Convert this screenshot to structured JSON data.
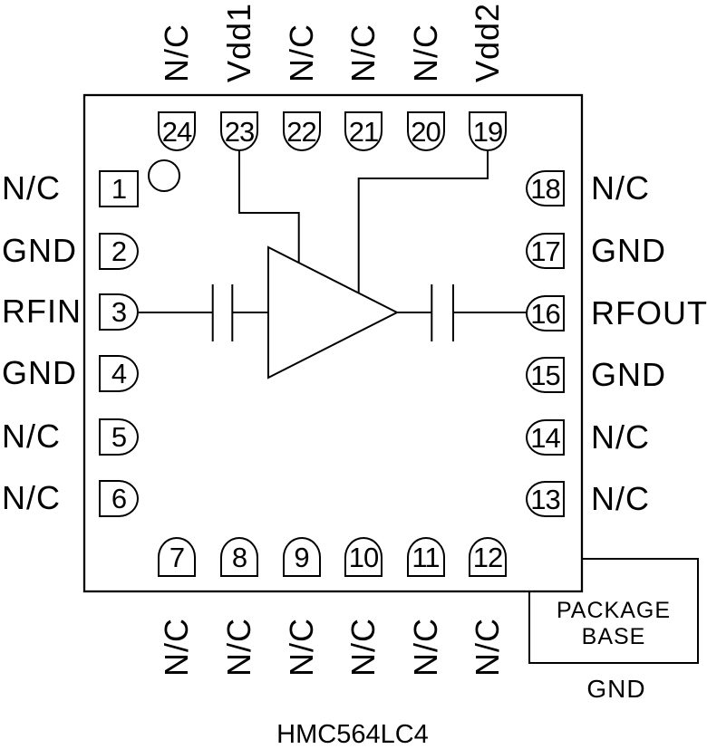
{
  "device": {
    "title": "HMC564LC4"
  },
  "package_base": {
    "line1": "PACKAGE",
    "line2": "BASE",
    "ground_label": "GND"
  },
  "pins": {
    "left": [
      {
        "number": "1",
        "label": "N/C"
      },
      {
        "number": "2",
        "label": "GND"
      },
      {
        "number": "3",
        "label": "RFIN"
      },
      {
        "number": "4",
        "label": "GND"
      },
      {
        "number": "5",
        "label": "N/C"
      },
      {
        "number": "6",
        "label": "N/C"
      }
    ],
    "right": [
      {
        "number": "18",
        "label": "N/C"
      },
      {
        "number": "17",
        "label": "GND"
      },
      {
        "number": "16",
        "label": "RFOUT"
      },
      {
        "number": "15",
        "label": "GND"
      },
      {
        "number": "14",
        "label": "N/C"
      },
      {
        "number": "13",
        "label": "N/C"
      }
    ],
    "top": [
      {
        "number": "24",
        "label": "N/C"
      },
      {
        "number": "23",
        "label": "Vdd1"
      },
      {
        "number": "22",
        "label": "N/C"
      },
      {
        "number": "21",
        "label": "N/C"
      },
      {
        "number": "20",
        "label": "N/C"
      },
      {
        "number": "19",
        "label": "Vdd2"
      }
    ],
    "bottom": [
      {
        "number": "7",
        "label": "N/C"
      },
      {
        "number": "8",
        "label": "N/C"
      },
      {
        "number": "9",
        "label": "N/C"
      },
      {
        "number": "10",
        "label": "N/C"
      },
      {
        "number": "11",
        "label": "N/C"
      },
      {
        "number": "12",
        "label": "N/C"
      }
    ]
  },
  "colors": {
    "line": "#000000",
    "background": "#ffffff"
  }
}
